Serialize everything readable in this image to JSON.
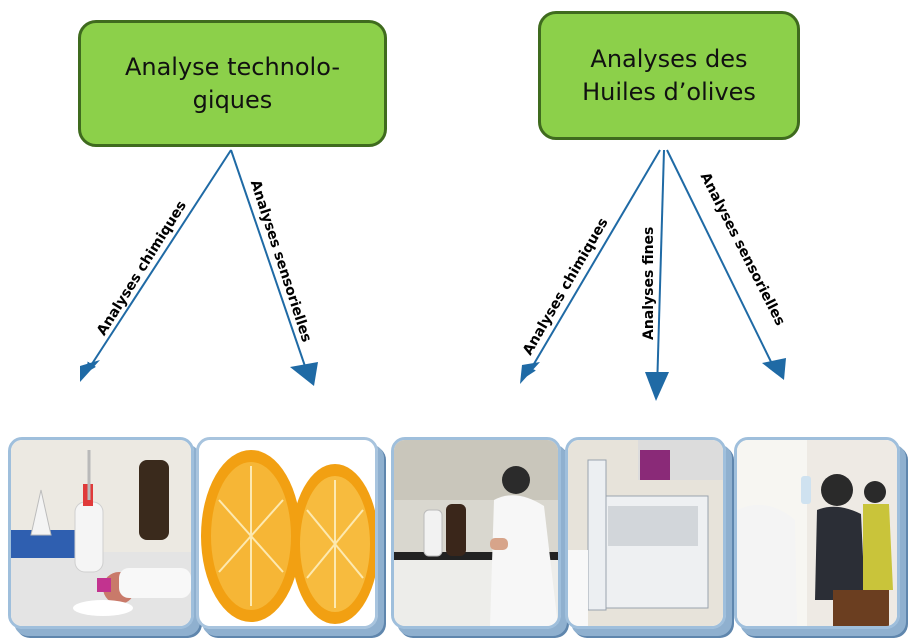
{
  "boxes": {
    "left": {
      "text": "Analyse technolo-\ngiques"
    },
    "right": {
      "text": "Analyses des\nHuiles d’olives"
    }
  },
  "arrows": {
    "left_chemical": "Analyses chimiques",
    "left_sensory": "Analyses  sensorielles",
    "right_chemical": "Analyses chimiques",
    "right_fine": "Analyses fines",
    "right_sensory": "Analyses sensorielles"
  },
  "colors": {
    "box_fill": "#8cd04a",
    "box_border": "#3f6b1e",
    "arrow": "#1f6aa5",
    "photo_border": "#9fbfdc"
  },
  "photos": [
    {
      "icon": "lab-titration-photo"
    },
    {
      "icon": "orange-halves-photo"
    },
    {
      "icon": "lab-bench-photo"
    },
    {
      "icon": "chromatograph-photo"
    },
    {
      "icon": "sensory-panel-photo"
    }
  ]
}
